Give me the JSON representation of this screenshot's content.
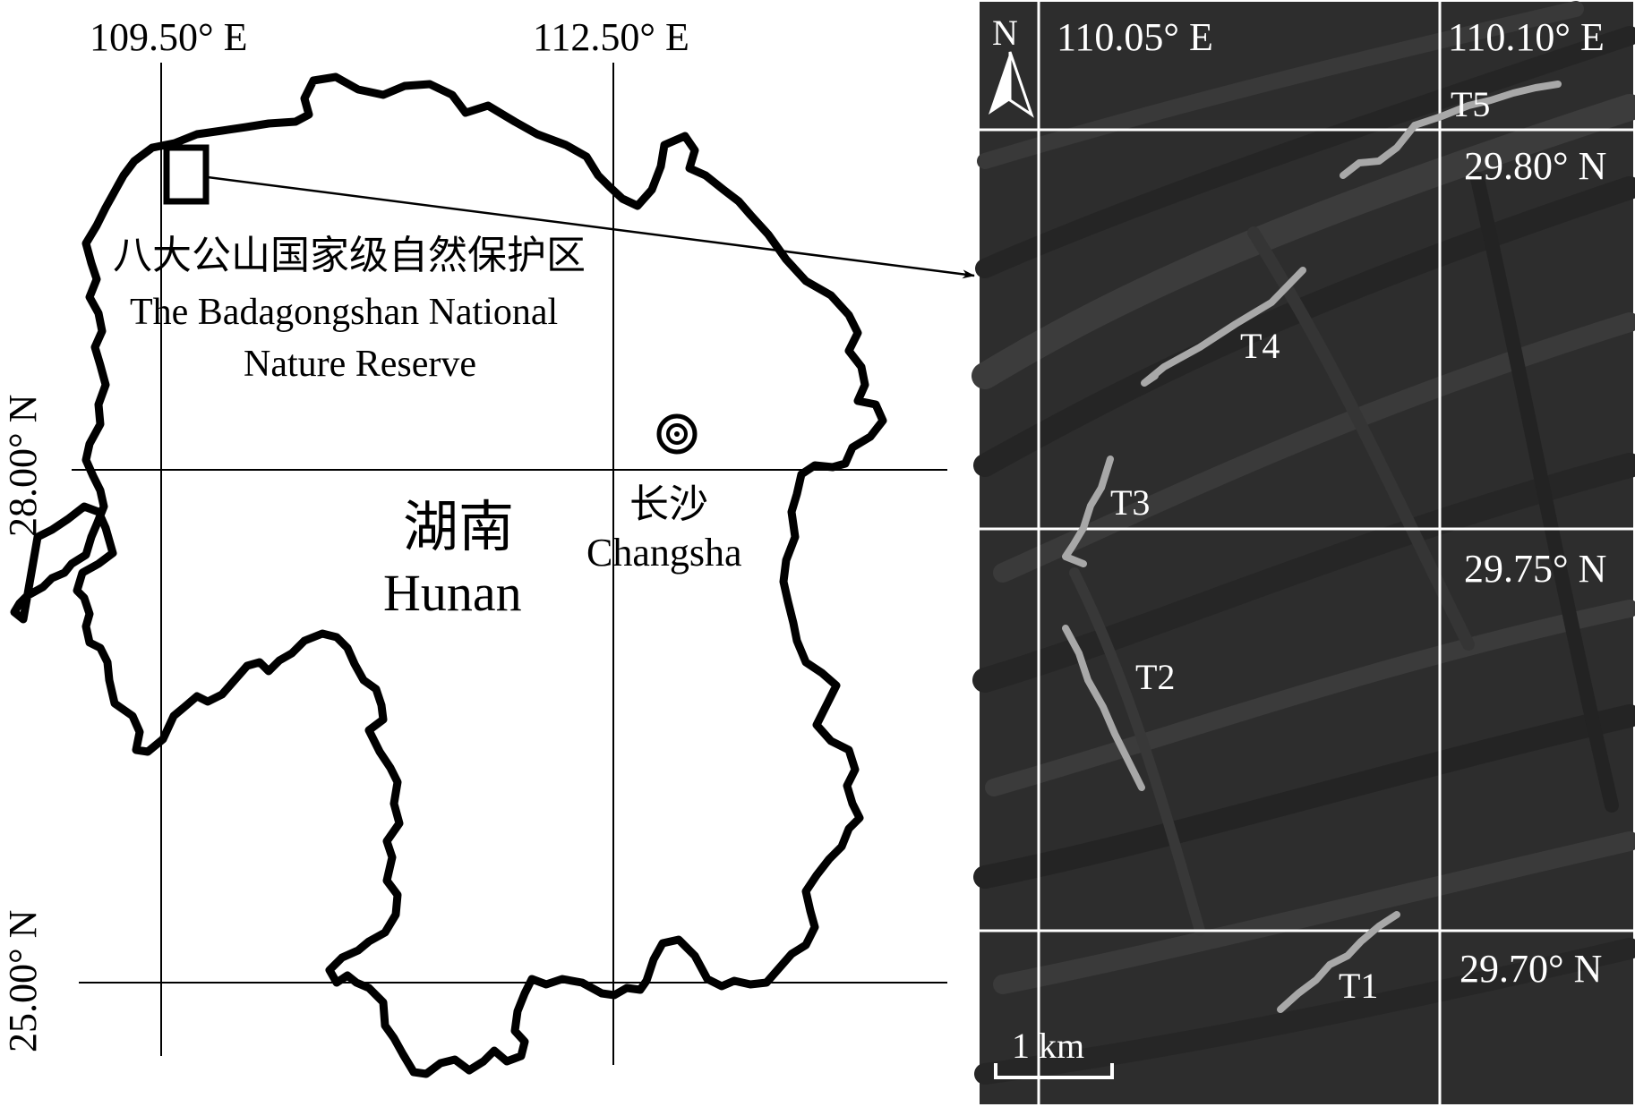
{
  "left_map": {
    "longitude_labels": [
      "109.50° E",
      "112.50° E"
    ],
    "latitude_labels": [
      "28.00° N",
      "25.00° N"
    ],
    "reserve_label_zh": "八大公山国家级自然保护区",
    "reserve_label_en_line1": "The Badagongshan National",
    "reserve_label_en_line2": "Nature Reserve",
    "province_zh": "湖南",
    "province_en": "Hunan",
    "city_zh": "长沙",
    "city_en": "Changsha"
  },
  "right_map": {
    "longitude_labels": [
      "110.05° E",
      "110.10° E"
    ],
    "latitude_labels": [
      "29.80° N",
      "29.75° N",
      "29.70° N"
    ],
    "north_arrow_label": "N",
    "scale_label": "1 km",
    "transects": [
      "T1",
      "T2",
      "T3",
      "T4",
      "T5"
    ]
  },
  "colors": {
    "outline": "#000000",
    "grid_left": "#000000",
    "grid_right": "#ffffff",
    "satellite_bg": "#2e2e2e",
    "transect": "#a8a8a8"
  }
}
